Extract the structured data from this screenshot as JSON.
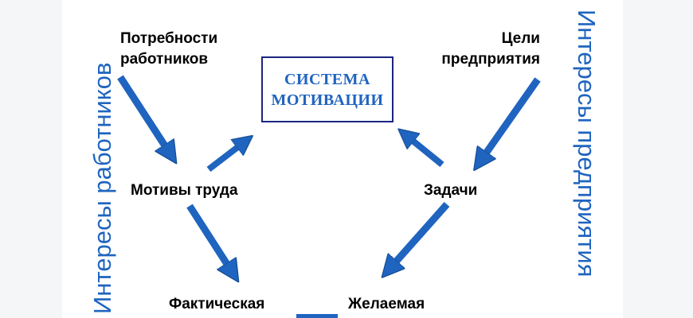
{
  "side_labels": {
    "left": "Интересы работников",
    "right": "Интересы предприятия"
  },
  "center": {
    "line1": "СИСТЕМА",
    "line2": "МОТИВАЦИИ"
  },
  "nodes": {
    "needs": [
      "Потребности",
      "работников"
    ],
    "goals": [
      "Цели",
      "предприятия"
    ],
    "motives": "Мотивы труда",
    "tasks": "Задачи",
    "actual": "Фактическая",
    "desired": "Желаемая"
  },
  "colors": {
    "accent": "#1f64bf",
    "box_border": "#1b2580",
    "arrow_fill": "#1f64bf",
    "arrow_edge": "#174f97"
  }
}
